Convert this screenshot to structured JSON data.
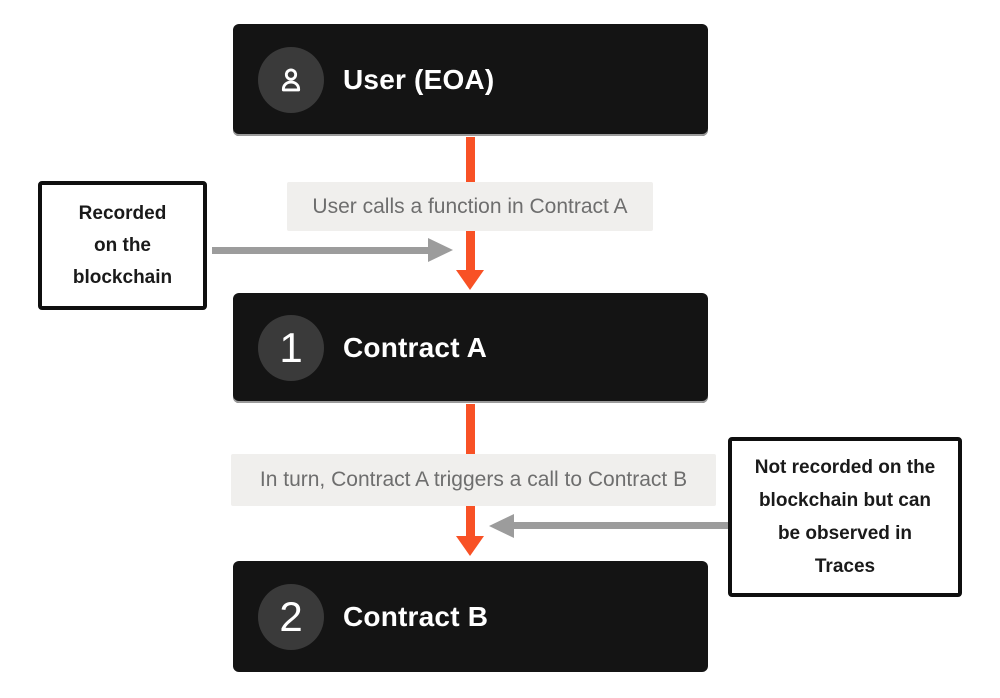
{
  "colors": {
    "accent_orange": "#F85125",
    "arrow_gray": "#9C9C9C",
    "node_background": "#141414",
    "badge_background": "#3A3A3A",
    "edge_label_background": "#F0EFED",
    "edge_label_text": "#6E6E6E",
    "note_border": "#0F0F0F",
    "note_text": "#1A1A1A",
    "node_text": "#FFFFFF"
  },
  "nodes": [
    {
      "id": "user",
      "label": "User (EOA)",
      "icon": "user-icon"
    },
    {
      "id": "contract-a",
      "label": "Contract A",
      "badge": "1"
    },
    {
      "id": "contract-b",
      "label": "Contract B",
      "badge": "2"
    }
  ],
  "edges": [
    {
      "label": "User calls a function in Contract A"
    },
    {
      "label": "In turn, Contract A triggers a call to Contract B"
    }
  ],
  "notes": [
    {
      "side": "left",
      "lines": [
        "Recorded",
        "on the",
        "blockchain"
      ]
    },
    {
      "side": "right",
      "lines": [
        "Not recorded on the",
        "blockchain but can",
        "be observed in",
        "Traces"
      ]
    }
  ]
}
